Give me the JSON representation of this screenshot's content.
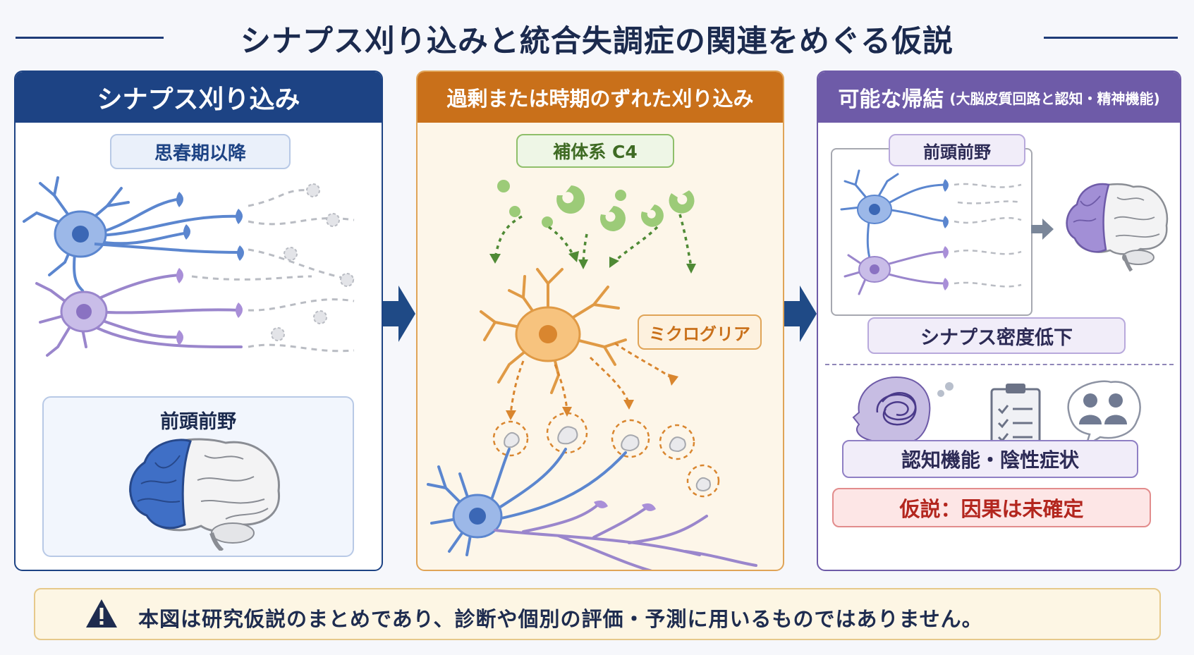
{
  "title": "シナプス刈り込みと統合失調症の関連をめぐる仮説",
  "panel1": {
    "header": "シナプス刈り込み",
    "timing_label": "思春期以降",
    "region_label": "前頭前野"
  },
  "panel2": {
    "header": "過剰または時期のずれた刈り込み",
    "complement_label": "補体系 C4",
    "microglia_label": "ミクログリア"
  },
  "panel3": {
    "header": "可能な帰結",
    "header_sub": "(大脳皮質回路と認知・精神機能)",
    "region_label": "前頭前野",
    "density_label": "シナプス密度低下",
    "symptoms_label": "認知機能・陰性症状",
    "hypothesis_label": "仮説：因果は未確定"
  },
  "footer": {
    "icon": "warning-icon",
    "text": "本図は研究仮説のまとめであり、診断や個別の評価・予測に用いるものではありません。"
  },
  "colors": {
    "navy": "#1d4384",
    "orange": "#c9701a",
    "purple": "#6e5ba8",
    "complement_green": "#8fbf6a",
    "alert_red": "#b3261e"
  }
}
